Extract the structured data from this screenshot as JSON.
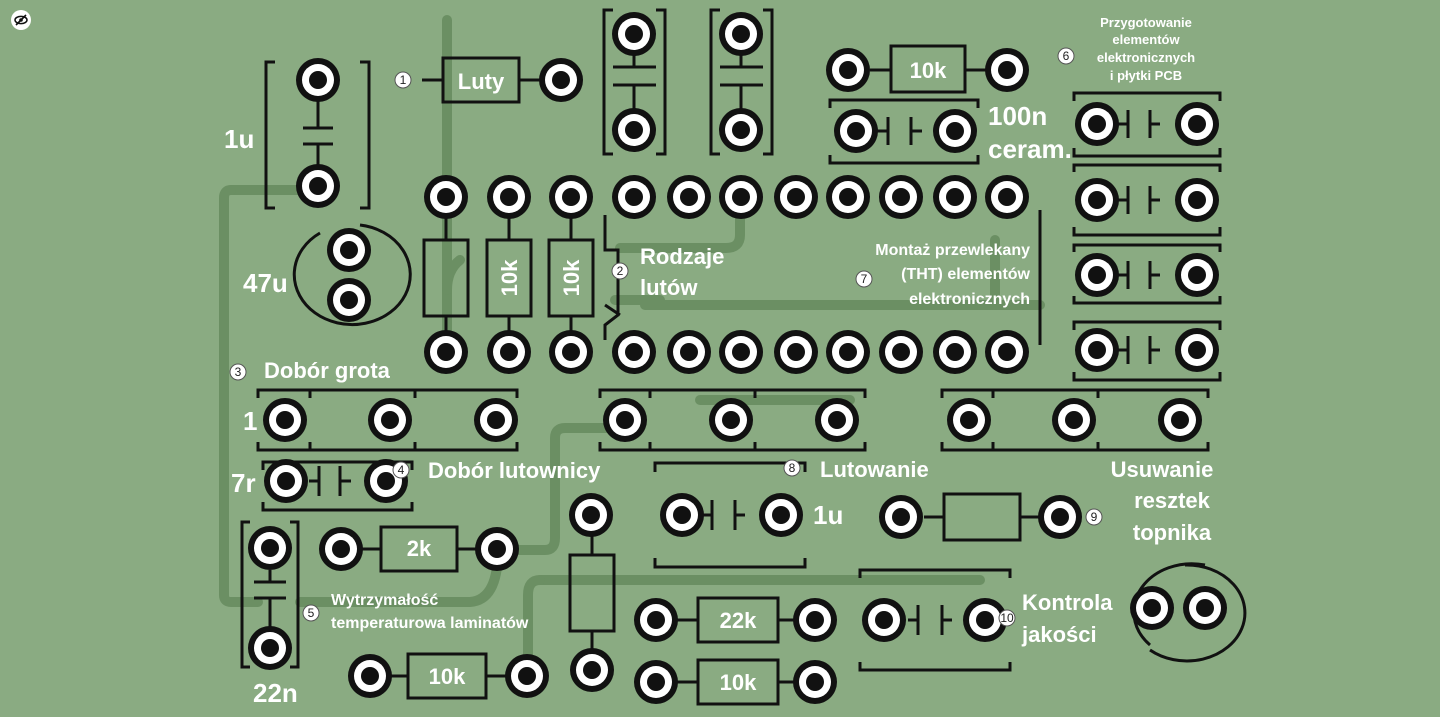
{
  "labels": {
    "przygotowanie": [
      "Przygotowanie",
      "elementów",
      "elektronicznych",
      "i płytki PCB"
    ],
    "montaz": [
      "Montaż przewlekany",
      "(THT) elementów",
      "elektronicznych"
    ],
    "rodzaje": [
      "Rodzaje",
      "lutów"
    ],
    "dobor_grota": "Dobór grota",
    "dobor_lutownicy": "Dobór lutownicy",
    "lutowanie": "Lutowanie",
    "usuwanie": [
      "Usuwanie",
      "resztek",
      "topnika"
    ],
    "wytrzymalosc": [
      "Wytrzymałość",
      "temperaturowa laminatów"
    ],
    "kontrola": [
      "Kontrola",
      "jakości"
    ]
  },
  "values": {
    "luty": "Luty",
    "r_10k_top": "10k",
    "c_100n": [
      "100n",
      "ceram."
    ],
    "c_1u_left": "1u",
    "c_47u": "47u",
    "r_10k_v1": "10k",
    "r_10k_v2": "10k",
    "one": "1",
    "c_7r": "7r",
    "r_2k": "2k",
    "c_22n": "22n",
    "r_10k_bottom": "10k",
    "r_22k": "22k",
    "r_10k_bottom2": "10k",
    "c_1u_mid": "1u"
  },
  "markers": [
    "1",
    "2",
    "3",
    "4",
    "5",
    "6",
    "7",
    "8",
    "9",
    "10"
  ],
  "colors": {
    "board": "#8aab82",
    "trace": "#6b8f63",
    "silk": "#111111",
    "text": "#ffffff"
  },
  "icons": {
    "visibility_toggle": "eye-slash-icon"
  }
}
